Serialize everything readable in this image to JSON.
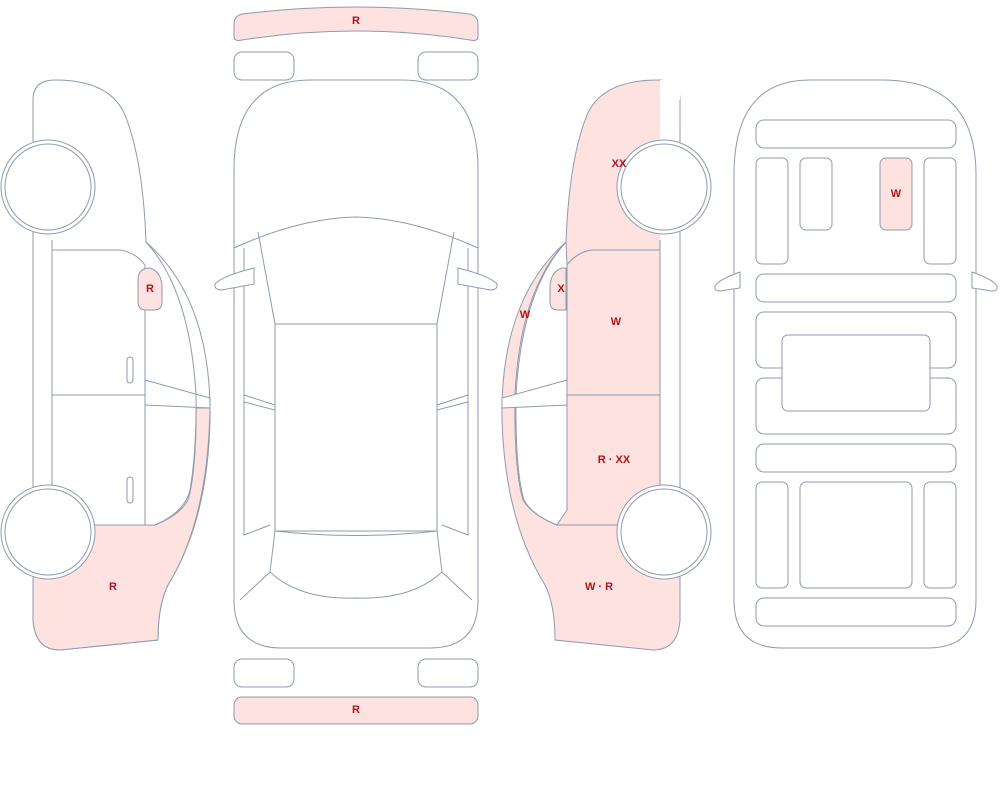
{
  "colors": {
    "outline": "#8e9bae",
    "damaged_fill": "#fde2df",
    "label": "#b3131b"
  },
  "labels": {
    "front_bumper": "R",
    "rear_bumper": "R",
    "left_rear_quarter": "R",
    "left_rear_window": "R",
    "right_front_fender": "XX",
    "right_a_pillar": "W",
    "right_quarter_window": "X",
    "right_front_door": "W",
    "right_rear_door": "R · XX",
    "right_rear_quarter": "W · R",
    "interior_seat": "W"
  }
}
